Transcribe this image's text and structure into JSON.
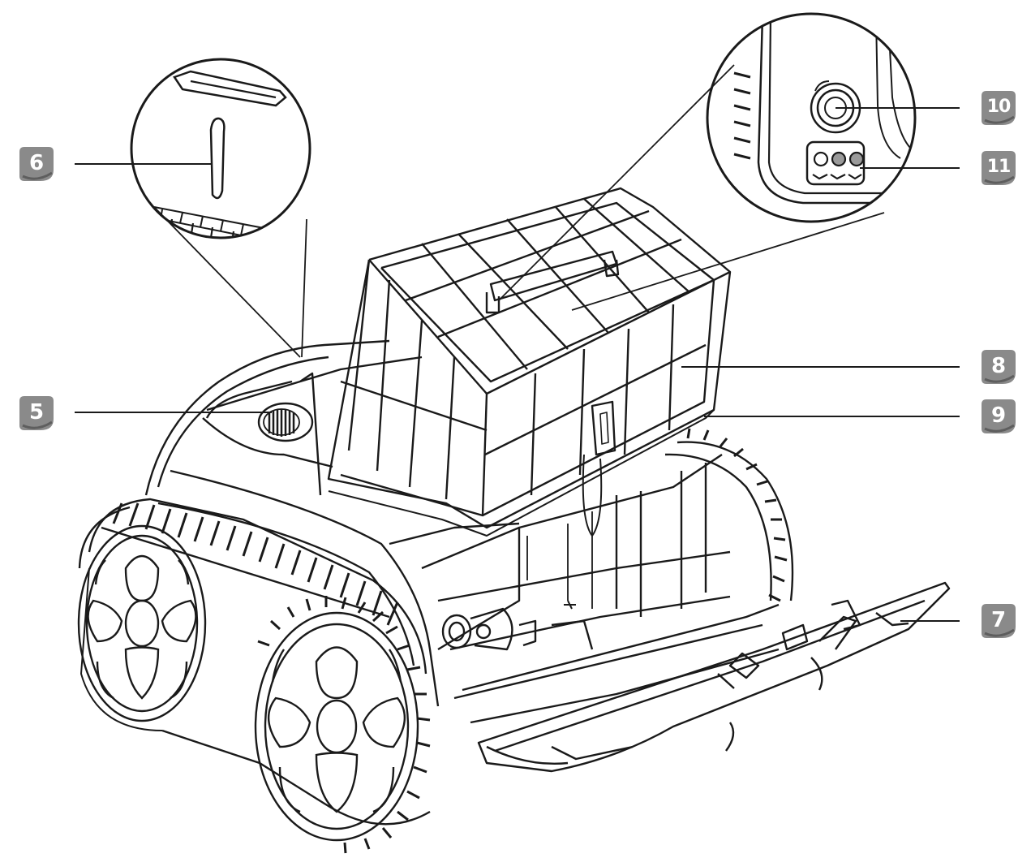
{
  "figure": {
    "kind": "exploded-part-diagram",
    "subject_parts_in_picture": [
      "detail-circle-top-left",
      "detail-circle-top-right",
      "filter-basket",
      "top-cover",
      "roller-knob",
      "tracks",
      "wheels",
      "front-flap"
    ]
  },
  "style": {
    "line_color": "#1a1a1a",
    "badge_color": "#8a8a8a",
    "badge_shadow": "#5e5e5e",
    "badge_text_color": "#ffffff",
    "background": "#ffffff"
  },
  "callouts": [
    {
      "id": "c6",
      "label": "6"
    },
    {
      "id": "c5",
      "label": "5"
    },
    {
      "id": "c10",
      "label": "10"
    },
    {
      "id": "c11",
      "label": "11"
    },
    {
      "id": "c8",
      "label": "8"
    },
    {
      "id": "c9",
      "label": "9"
    },
    {
      "id": "c7",
      "label": "7"
    }
  ]
}
